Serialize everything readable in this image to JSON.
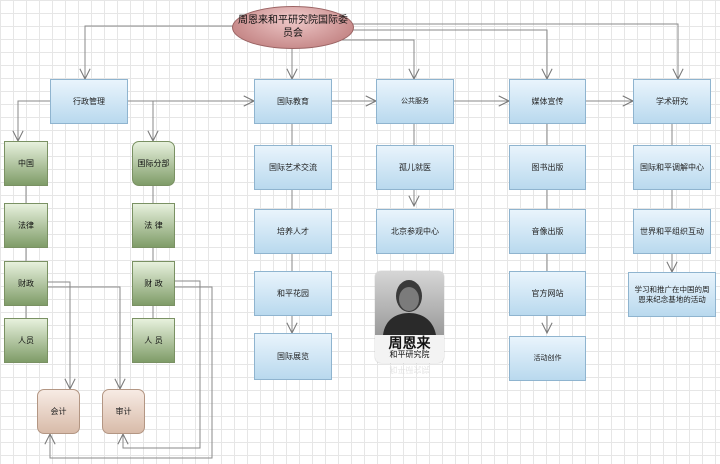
{
  "diagram": {
    "root": "周恩来和平研究院国际委员会",
    "level1": {
      "admin": "行政管理",
      "edu": "国际教育",
      "public": "公共服务",
      "media": "媒体宣传",
      "academic": "学术研究"
    },
    "admin_branch": {
      "china": "中国",
      "intl": "国际分部",
      "china_items": [
        "法律",
        "财政",
        "人员"
      ],
      "intl_items": [
        "法 律",
        "财 政",
        "人 员"
      ],
      "accounting": "会计",
      "audit": "审计"
    },
    "edu_items": [
      "国际艺术交流",
      "培养人才",
      "和平花园",
      "国际展览"
    ],
    "public_items": [
      "孤儿就医",
      "北京参观中心"
    ],
    "media_items": [
      "图书出版",
      "音像出版",
      "官方网站",
      "活动创作"
    ],
    "academic_items": [
      "国际和平调解中心",
      "世界和平组织互动",
      "学习和推广在中国的周恩来纪念基地的活动"
    ],
    "photo": {
      "caption_main": "周恩来",
      "caption_sub": "和平研究院",
      "reflection": "和平研究院"
    }
  }
}
